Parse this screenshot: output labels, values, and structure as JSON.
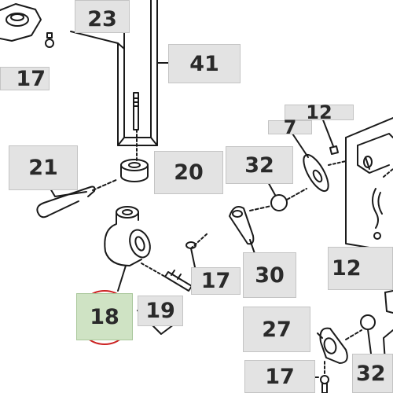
{
  "callouts": {
    "c23": "23",
    "c41": "41",
    "c17a": "17",
    "c12a": "12",
    "c7": "7",
    "c21": "21",
    "c20": "20",
    "c32a": "32",
    "c17b": "17",
    "c30": "30",
    "c12b": "12",
    "c18": "18",
    "c19": "19",
    "c27": "27",
    "c17c": "17",
    "c32b": "32"
  },
  "colors": {
    "line": "#1a1a1a",
    "callout_fill": "#e3e3e3",
    "highlight_fill": "#cfe3c4",
    "highlight_ring": "#cc2222"
  }
}
